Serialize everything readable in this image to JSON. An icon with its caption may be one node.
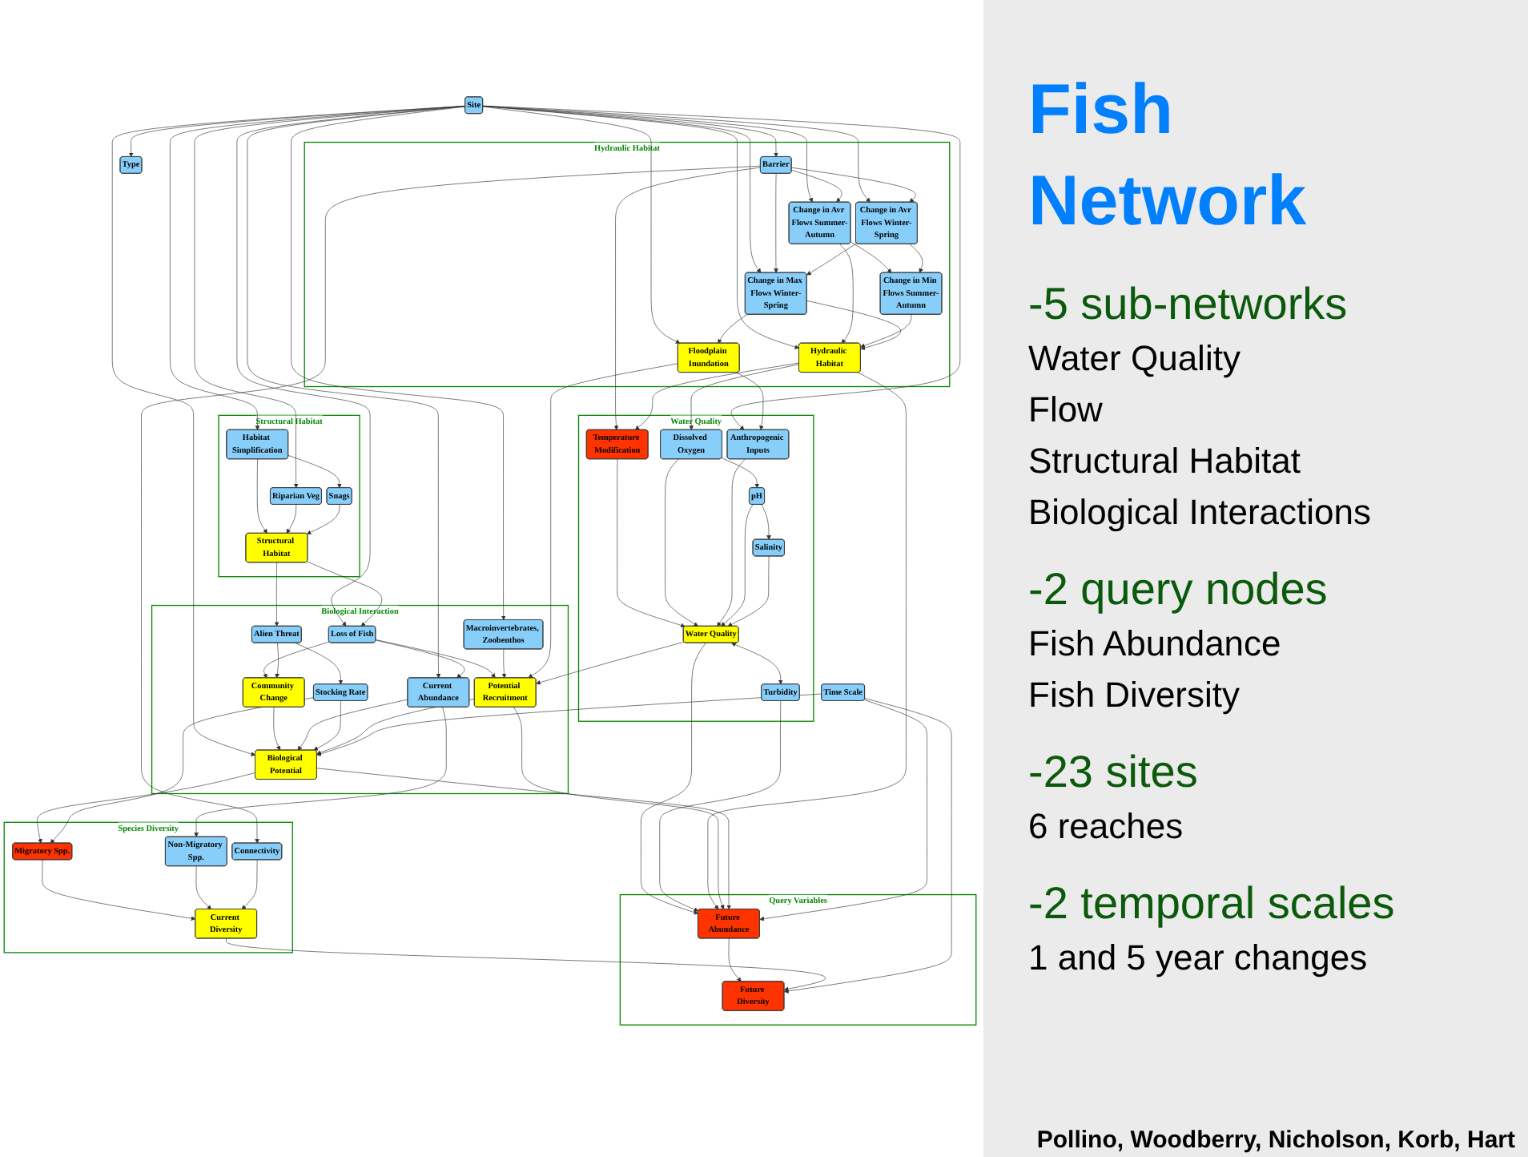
{
  "diagram": {
    "title": "Fish Network",
    "caption": "Pollino, Woodberry, Nicholson, Korb, Hart",
    "nodes": [
      {
        "text": [
          "Hydraulic Habitat"
        ]
      },
      {
        "text": [
          "Structural Habitat"
        ]
      },
      {
        "text": [
          "Biological Interaction"
        ]
      },
      {
        "text": [
          "Water Quality"
        ]
      },
      {
        "text": [
          "Query Variables"
        ]
      },
      {
        "text": [
          "Species Diversity"
        ]
      },
      {
        "text": [
          "Site"
        ]
      },
      {
        "text": [
          "Type"
        ]
      },
      {
        "text": [
          "Barrier"
        ],
        "in": 0
      },
      {
        "text": [
          "Change in Avr Flows Summer-Autumn"
        ],
        "in": 0
      },
      {
        "text": [
          "Change in Avr Flows Winter-Spring"
        ],
        "in": 0
      },
      {
        "text": [
          "Change in Min Flows Summer-Autumn"
        ],
        "in": 0
      },
      {
        "text": [
          "Change in Max Flows Winter-Spring"
        ],
        "in": 0
      },
      {
        "text": [
          "Hydraulic Habitat"
        ],
        "in": 0
      },
      {
        "text": [
          "Floodplain Inundation"
        ],
        "in": 0
      },
      {
        "text": [
          "Habitat Simplification"
        ],
        "in": 1
      },
      {
        "text": [
          "Riparian Veg"
        ],
        "in": 1
      },
      {
        "text": [
          "Snags"
        ],
        "in": 1
      },
      {
        "text": [
          "Structural Habitat"
        ],
        "in": 1
      },
      {
        "text": [
          "Loss of Fish"
        ],
        "in": 2
      },
      {
        "text": [
          "Alien Threat"
        ],
        "in": 2
      },
      {
        "text": [
          "Macroinvertebrates, Zoobenthos"
        ],
        "in": 2
      },
      {
        "text": [
          "Community Change"
        ],
        "in": 2
      },
      {
        "text": [
          "Current Abundance"
        ],
        "in": 2
      },
      {
        "text": [
          "Stocking Rate"
        ],
        "in": 2
      },
      {
        "text": [
          "Potential Recruitment"
        ],
        "in": 2
      },
      {
        "text": [
          "Biological Potential"
        ],
        "in": 2
      },
      {
        "text": [
          "Temperature Modification"
        ],
        "in": 3
      },
      {
        "text": [
          "Dissolved Oxygen"
        ],
        "in": 3
      },
      {
        "text": [
          "Anthropogenic Inputs"
        ],
        "in": 3
      },
      {
        "text": [
          "pH"
        ],
        "in": 3
      },
      {
        "text": [
          "Water Quality"
        ],
        "in": 3
      },
      {
        "text": [
          "Salinity"
        ],
        "in": 3
      },
      {
        "text": [
          "Turbidity"
        ],
        "in": 3
      },
      {
        "text": [
          "Migratory Spp."
        ],
        "in": 5
      },
      {
        "text": [
          "Non-Migratory Spp."
        ],
        "in": 5
      },
      {
        "text": [
          "Connectivity"
        ],
        "in": 5
      },
      {
        "text": [
          "Current Diversity"
        ],
        "in": 5
      },
      {
        "text": [
          "Future Abundance"
        ],
        "in": 4
      },
      {
        "text": [
          "Future Diversity"
        ],
        "in": 4
      },
      {
        "text": [
          "Time Scale"
        ]
      }
    ],
    "edges": [
      {
        "from": 6,
        "to": 7,
        "arrow": "to"
      },
      {
        "from": 6,
        "to": 8,
        "arrow": "to"
      },
      {
        "from": 6,
        "to": 9,
        "arrow": "to"
      },
      {
        "from": 6,
        "to": 10,
        "arrow": "to"
      },
      {
        "from": 6,
        "to": 12,
        "arrow": "to"
      },
      {
        "from": 6,
        "to": 13,
        "arrow": "to"
      },
      {
        "from": 6,
        "to": 14,
        "arrow": "to"
      },
      {
        "from": 6,
        "to": 15,
        "arrow": "to"
      },
      {
        "from": 6,
        "to": 16,
        "arrow": "to"
      },
      {
        "from": 6,
        "to": 19,
        "arrow": "to"
      },
      {
        "from": 6,
        "to": 21,
        "arrow": "to"
      },
      {
        "from": 6,
        "to": 23,
        "arrow": "to"
      },
      {
        "from": 6,
        "to": 26,
        "arrow": "to"
      },
      {
        "from": 6,
        "to": 29,
        "arrow": "to"
      },
      {
        "from": 8,
        "to": 9,
        "arrow": "to"
      },
      {
        "from": 8,
        "to": 10,
        "arrow": "to"
      },
      {
        "from": 8,
        "to": 12,
        "arrow": "to"
      },
      {
        "from": 8,
        "to": 27,
        "arrow": "to"
      },
      {
        "from": 8,
        "to": 36,
        "arrow": "to"
      },
      {
        "from": 9,
        "to": 11,
        "arrow": "to"
      },
      {
        "from": 10,
        "to": 11,
        "arrow": "to"
      },
      {
        "from": 10,
        "to": 12,
        "arrow": "to"
      },
      {
        "from": 9,
        "to": 13,
        "arrow": "to"
      },
      {
        "from": 11,
        "to": 13,
        "arrow": "to"
      },
      {
        "from": 12,
        "to": 13,
        "arrow": "to"
      },
      {
        "from": 12,
        "to": 14,
        "arrow": "to"
      },
      {
        "from": 15,
        "to": 17,
        "arrow": "to"
      },
      {
        "from": 15,
        "to": 18,
        "arrow": "to"
      },
      {
        "from": 16,
        "to": 18,
        "arrow": "to"
      },
      {
        "from": 17,
        "to": 18,
        "arrow": "to"
      },
      {
        "from": 18,
        "to": 19,
        "arrow": "to"
      },
      {
        "from": 18,
        "to": 20,
        "arrow": "to"
      },
      {
        "from": 19,
        "to": 22,
        "arrow": "to"
      },
      {
        "from": 20,
        "to": 22,
        "arrow": "to"
      },
      {
        "from": 20,
        "to": 24,
        "arrow": "to"
      },
      {
        "from": 19,
        "to": 23,
        "arrow": "to"
      },
      {
        "from": 19,
        "to": 25,
        "arrow": "to"
      },
      {
        "from": 21,
        "to": 25,
        "arrow": "to"
      },
      {
        "from": 14,
        "to": 25,
        "arrow": "to"
      },
      {
        "from": 22,
        "to": 26,
        "arrow": "to"
      },
      {
        "from": 23,
        "to": 26,
        "arrow": "to"
      },
      {
        "from": 24,
        "to": 26,
        "arrow": "to"
      },
      {
        "from": 25,
        "to": 26,
        "arrow": "to"
      },
      {
        "from": 13,
        "to": 27,
        "arrow": "to"
      },
      {
        "from": 13,
        "to": 28,
        "arrow": "to"
      },
      {
        "from": 14,
        "to": 29,
        "arrow": "to"
      },
      {
        "from": 27,
        "to": 31,
        "arrow": "to"
      },
      {
        "from": 28,
        "to": 30,
        "arrow": "to"
      },
      {
        "from": 30,
        "to": 32,
        "arrow": "to"
      },
      {
        "from": 28,
        "to": 31,
        "arrow": "to"
      },
      {
        "from": 29,
        "to": 31,
        "arrow": "to"
      },
      {
        "from": 30,
        "to": 31,
        "arrow": "to"
      },
      {
        "from": 32,
        "to": 31,
        "arrow": "to"
      },
      {
        "from": 31,
        "to": 33,
        "arrow": "both"
      },
      {
        "from": 31,
        "to": 25,
        "arrow": "to"
      },
      {
        "from": 31,
        "to": 38,
        "arrow": "to"
      },
      {
        "from": 33,
        "to": 38,
        "arrow": "to"
      },
      {
        "from": 13,
        "to": 38,
        "arrow": "to"
      },
      {
        "from": 25,
        "to": 38,
        "arrow": "to"
      },
      {
        "from": 26,
        "to": 38,
        "arrow": "to"
      },
      {
        "from": 26,
        "to": 34,
        "arrow": "to"
      },
      {
        "from": 24,
        "to": 34,
        "arrow": "to"
      },
      {
        "from": 23,
        "to": 35,
        "arrow": "to"
      },
      {
        "from": 34,
        "to": 37,
        "arrow": "to"
      },
      {
        "from": 35,
        "to": 37,
        "arrow": "to"
      },
      {
        "from": 36,
        "to": 37,
        "arrow": "to"
      },
      {
        "from": 38,
        "to": 39,
        "arrow": "to"
      },
      {
        "from": 37,
        "to": 39,
        "arrow": "to"
      },
      {
        "from": 40,
        "to": 38,
        "arrow": "to"
      },
      {
        "from": 40,
        "to": 39,
        "arrow": "to"
      },
      {
        "from": 40,
        "to": 26,
        "arrow": "to"
      }
    ],
    "labels": [
      "-5 sub-networks",
      "Water Quality",
      "Flow",
      "Structural Habitat",
      "Biological Interactions",
      "-2 query nodes",
      "Fish Abundance",
      "Fish Diversity",
      "-23 sites",
      "6 reaches",
      "-2 temporal scales",
      "1 and 5 year changes"
    ]
  }
}
